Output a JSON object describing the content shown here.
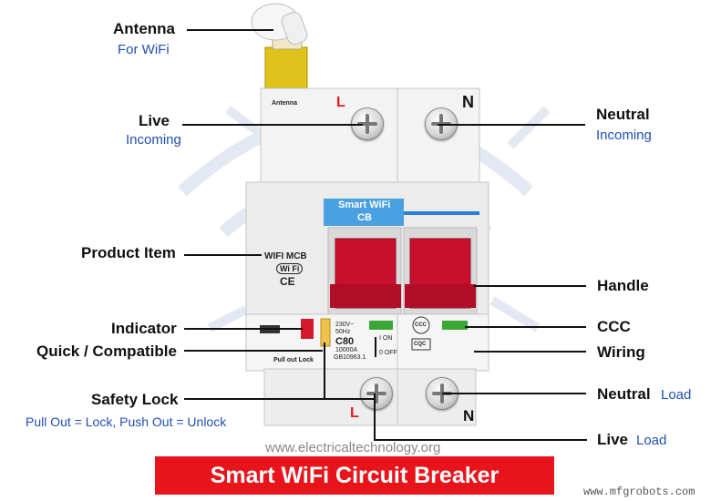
{
  "labels": {
    "antenna": "Antenna",
    "antenna_sub": "For WiFi",
    "live": "Live",
    "live_sub": "Incoming",
    "neutral": "Neutral",
    "neutral_sub": "Incoming",
    "product_item": "Product Item",
    "handle": "Handle",
    "indicator": "Indicator",
    "quick_compatible": "Quick / Compatible",
    "ccc": "CCC",
    "wiring": "Wiring",
    "safety_lock": "Safety Lock",
    "safety_lock_sub": "Pull Out = Lock, Push Out = Unlock",
    "neutral_load": "Neutral",
    "neutral_load_sub": "Load",
    "live_load": "Live",
    "live_load_sub": "Load"
  },
  "device": {
    "antenna_text": "Antenna",
    "terminal_l": "L",
    "terminal_n": "N",
    "blue_label_1": "Smart WiFi",
    "blue_label_2": "CB",
    "wifi_mcb": "WIFI MCB",
    "wifi_badge": "Wi Fi",
    "ce_mark": "CE",
    "pull_out_lock": "Pull out Lock",
    "rating_1": "230V~",
    "rating_2": "50Hz",
    "model": "C80",
    "capacity": "10000A",
    "standard": "GB10963.1",
    "on_label": "I ON",
    "off_label": "0 OFF",
    "ccc_mark": "CCC",
    "cqc_mark": "CQC",
    "bottom_l": "L",
    "bottom_n": "N"
  },
  "footer": {
    "watermark": "www.electricaltechnology.org",
    "title": "Smart WiFi Circuit Breaker",
    "credit": "www.mfgrobots.com"
  },
  "colors": {
    "accent_red": "#e8141b",
    "label_blue": "#1f4fb4",
    "handle_red": "#c8102e",
    "led_green": "#3aa635"
  }
}
